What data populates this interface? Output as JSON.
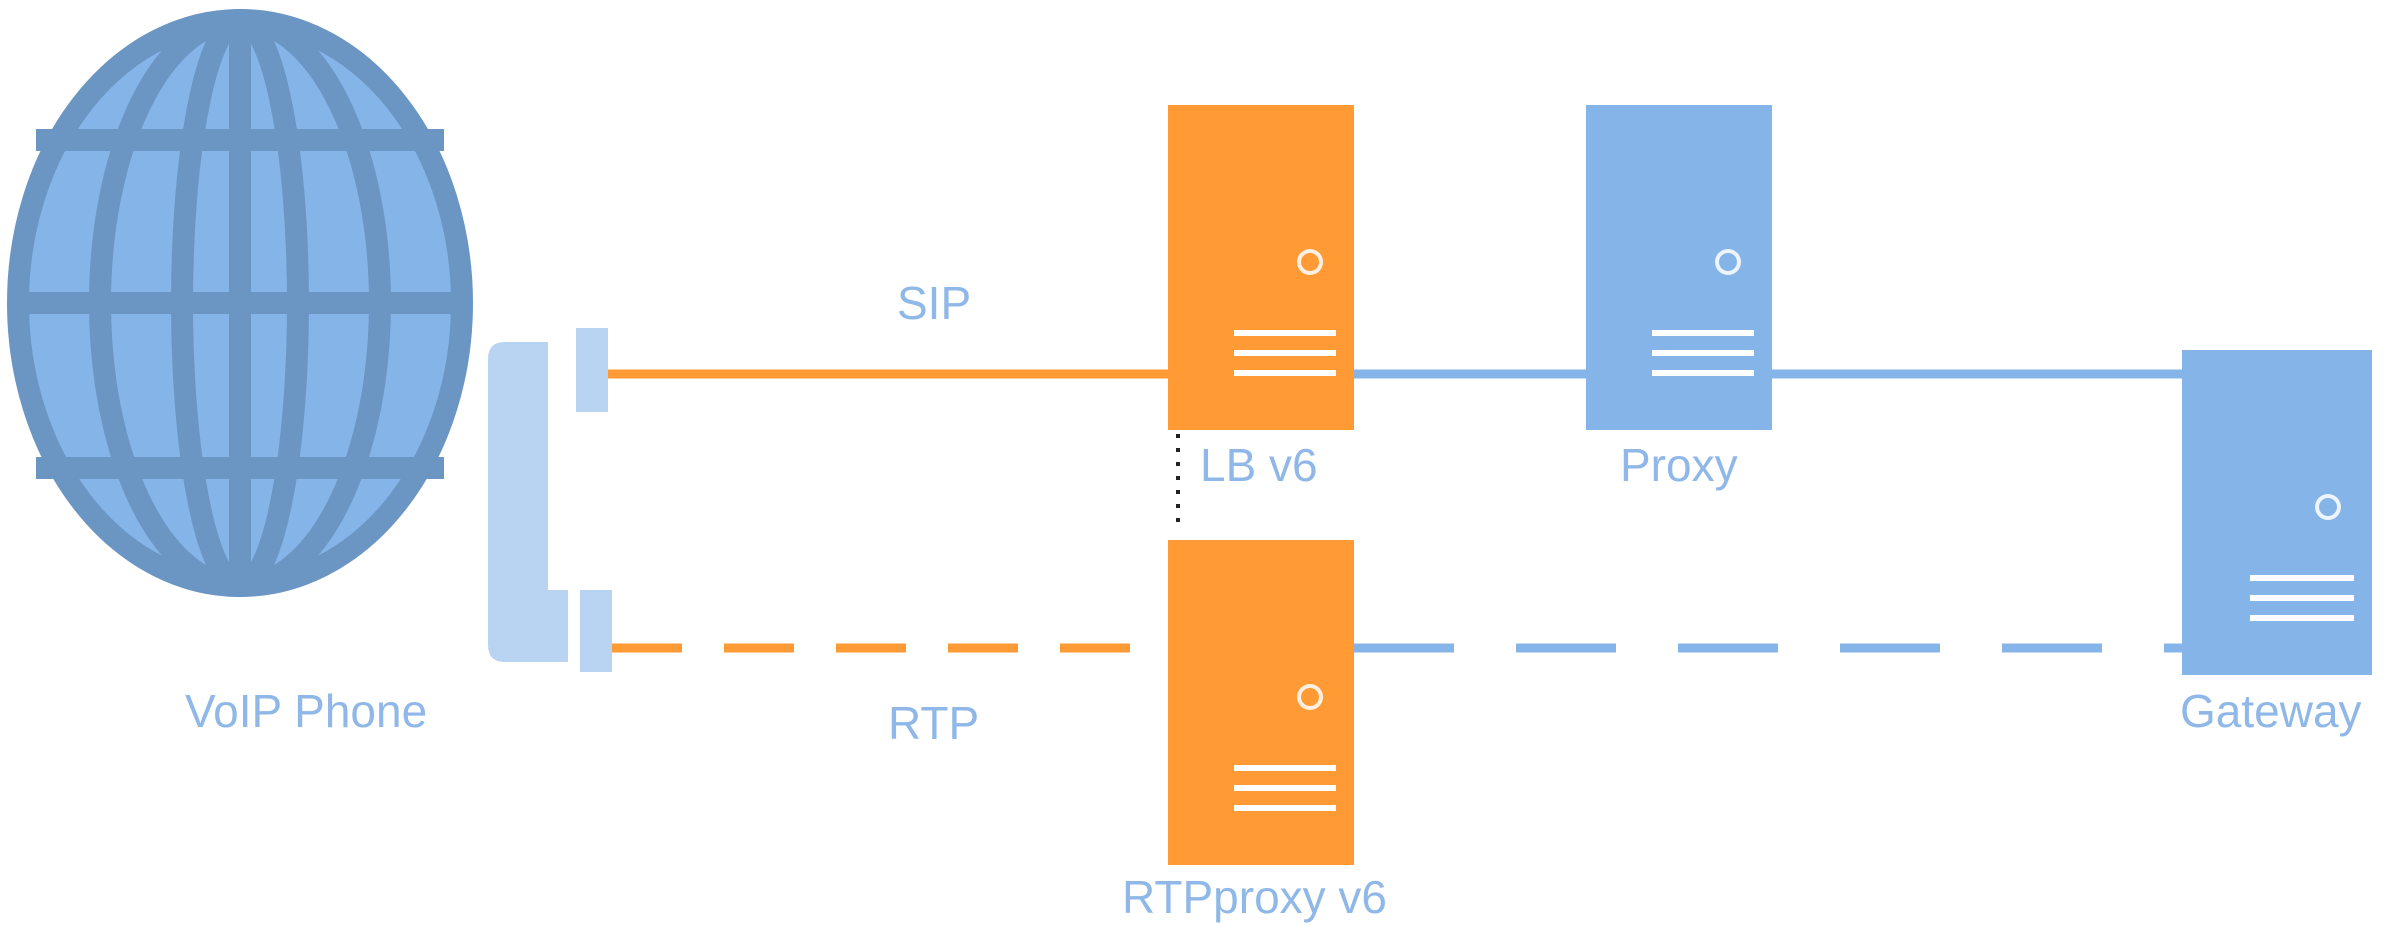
{
  "labels": {
    "sip": "SIP",
    "rtp": "RTP",
    "voip_phone": "VoIP Phone",
    "lb": "LB v6",
    "proxy": "Proxy",
    "gateway": "Gateway",
    "rtpproxy": "RTPproxy v6"
  },
  "colors": {
    "orange": "#ff9a35",
    "blue": "#85b4e8",
    "globe_fill": "#85b4e8",
    "globe_stroke": "#6b96c4",
    "handset": "#b8d4f2",
    "label": "#8fb8e8"
  }
}
